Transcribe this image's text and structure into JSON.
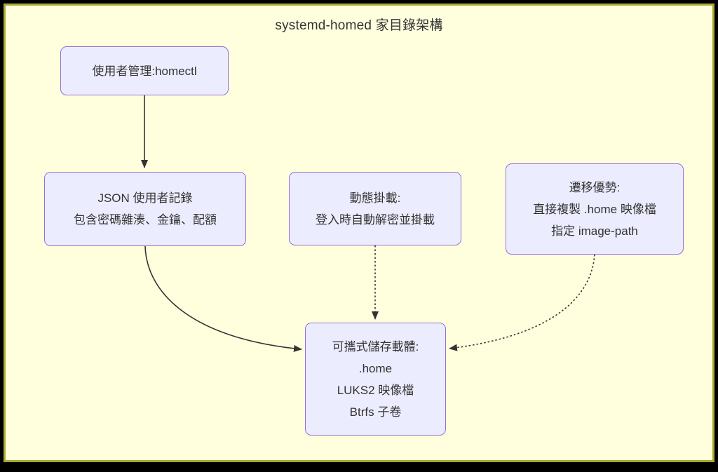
{
  "diagram": {
    "title": "systemd-homed 家目錄架構",
    "nodes": {
      "homectl": {
        "id": "homectl",
        "lines": [
          "使用者管理:homectl"
        ]
      },
      "json_record": {
        "id": "json_record",
        "lines": [
          "JSON 使用者記錄",
          "包含密碼雜湊、金鑰、配額"
        ]
      },
      "dynamic_mount": {
        "id": "dynamic_mount",
        "lines": [
          "動態掛載:",
          "登入時自動解密並掛載"
        ]
      },
      "migration": {
        "id": "migration",
        "lines": [
          "遷移優勢:",
          "直接複製 .home 映像檔",
          "指定 image-path"
        ]
      },
      "portable_storage": {
        "id": "portable_storage",
        "lines": [
          "可攜式儲存載體:",
          ".home",
          "LUKS2 映像檔",
          "Btrfs 子卷"
        ]
      }
    },
    "edges": [
      {
        "from": "homectl",
        "to": "json_record",
        "style": "solid"
      },
      {
        "from": "json_record",
        "to": "portable_storage",
        "style": "solid"
      },
      {
        "from": "dynamic_mount",
        "to": "portable_storage",
        "style": "dotted"
      },
      {
        "from": "migration",
        "to": "portable_storage",
        "style": "dotted"
      }
    ],
    "colors": {
      "background": "#ffffde",
      "frame_outer": "#000000",
      "frame_inner": "#aaaa33",
      "node_fill": "#ececff",
      "node_border": "#9370db",
      "text": "#333333",
      "arrow": "#333333"
    }
  }
}
